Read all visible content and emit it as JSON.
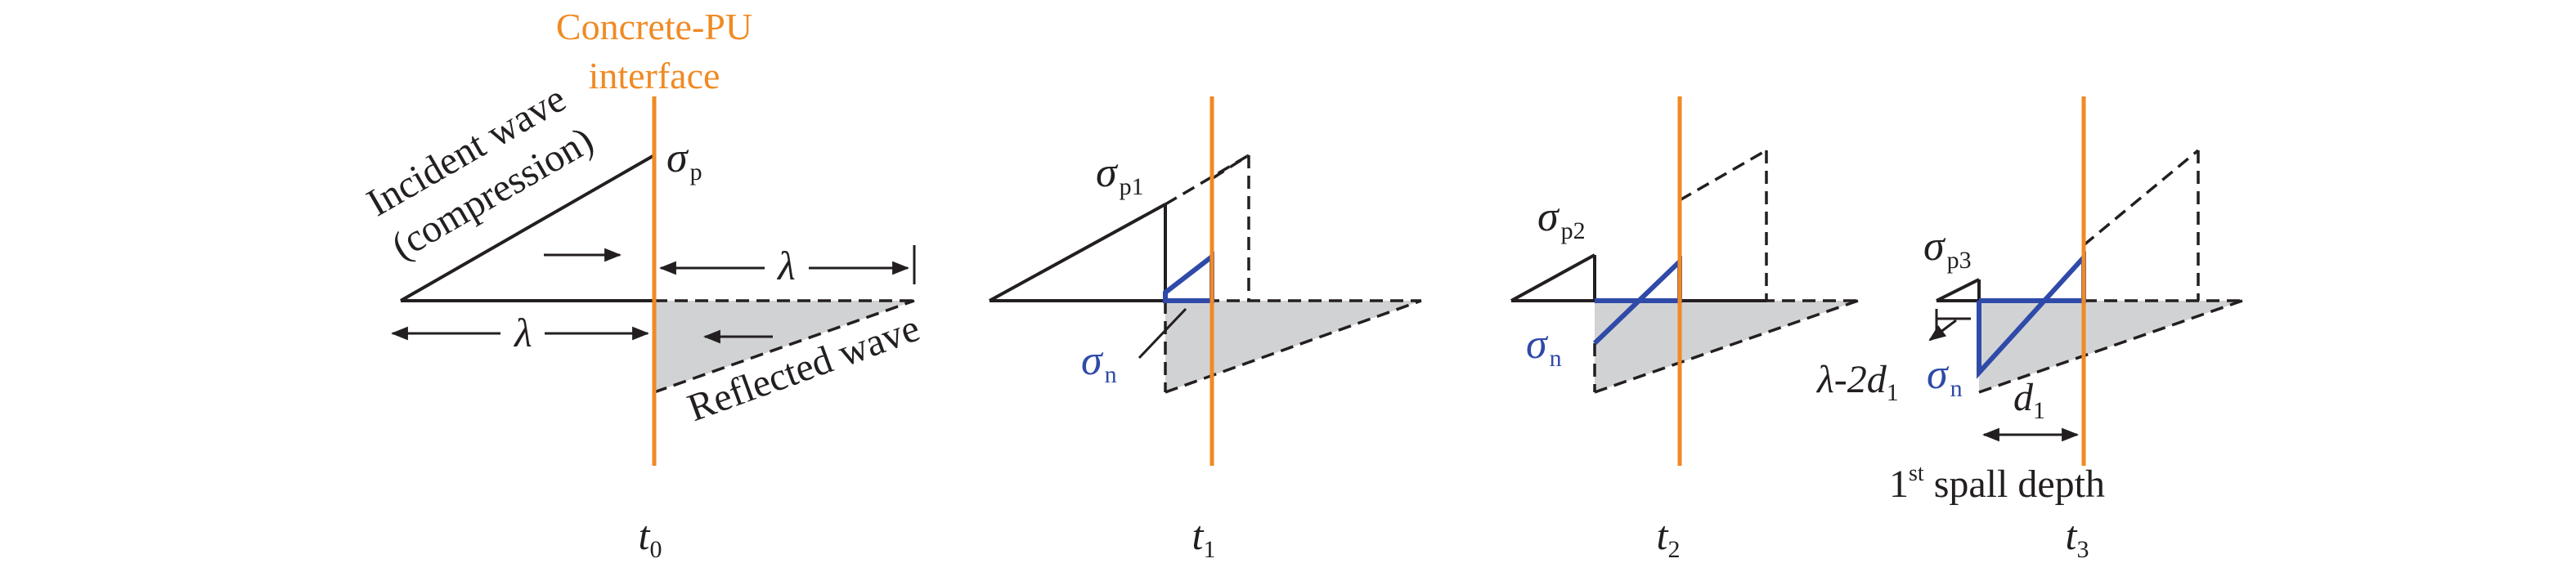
{
  "interface_label": {
    "line1": "Concrete-PU",
    "line2": "interface"
  },
  "incident_wave": {
    "line1": "Incident wave",
    "line2": "(compression)"
  },
  "reflected_wave": "Reflected wave",
  "symbols": {
    "sigma": "σ",
    "lambda": "λ",
    "sub_p": "p",
    "sub_p1": "p1",
    "sub_p2": "p2",
    "sub_p3": "p3",
    "sub_n": "n"
  },
  "spall": {
    "lambda_expr": "λ-2",
    "d": "d",
    "d_sub": "1",
    "depth_label_prefix": "1",
    "depth_label_sup": "st",
    "depth_label_suffix": " spall depth"
  },
  "time_labels": [
    {
      "t": "t",
      "sub": "0"
    },
    {
      "t": "t",
      "sub": "1"
    },
    {
      "t": "t",
      "sub": "2"
    },
    {
      "t": "t",
      "sub": "3"
    }
  ],
  "colors": {
    "interface": "#f08a24",
    "transmitted": "#2f4aa8",
    "wave": "#231f20",
    "shade": "#d1d2d4"
  }
}
